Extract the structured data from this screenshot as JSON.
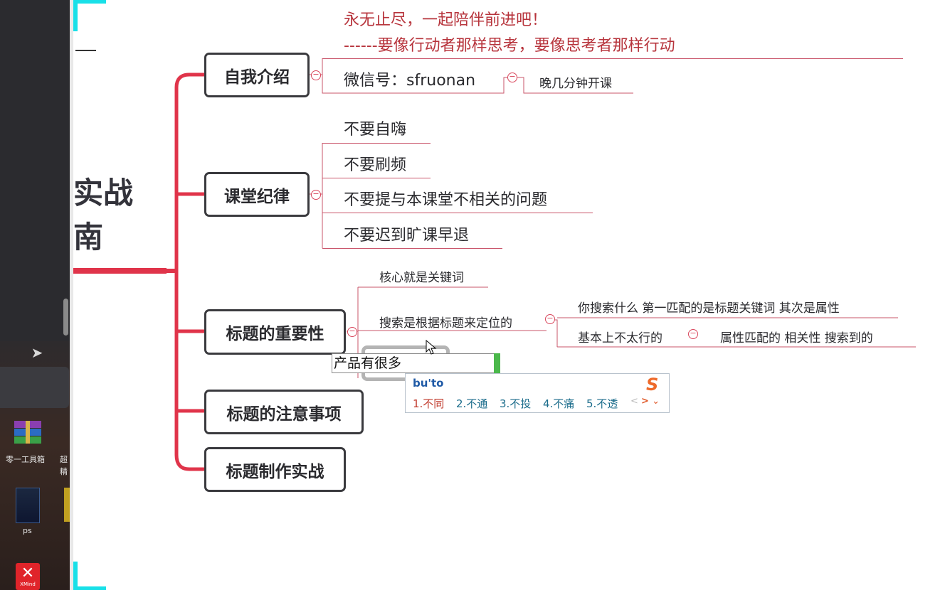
{
  "desktop": {
    "icons": [
      {
        "label": "零一工具箱",
        "name": "winrar"
      },
      {
        "label": "超",
        "name": "truncated-app"
      },
      {
        "label": "精",
        "name": "truncated-app-2"
      },
      {
        "label": "ps",
        "name": "ps"
      },
      {
        "label": "XMind",
        "name": "xmind"
      }
    ],
    "send_icon": "send-icon"
  },
  "central": {
    "line1": "实战",
    "line2": "南"
  },
  "top_quote": {
    "line1": "永无止尽，一起陪伴前进吧！",
    "line2": "------要像行动者那样思考，要像思考者那样行动"
  },
  "topics": [
    {
      "label": "自我介绍",
      "subtopics": [
        {
          "label": "微信号：sfruonan",
          "child": "晚几分钟开课"
        }
      ]
    },
    {
      "label": "课堂纪律",
      "subtopics": [
        {
          "label": "不要自嗨"
        },
        {
          "label": "不要刷频"
        },
        {
          "label": "不要提与本课堂不相关的问题"
        },
        {
          "label": "不要迟到旷课早退"
        }
      ]
    },
    {
      "label": "标题的重要性",
      "subtopics": [
        {
          "label": "核心就是关键词"
        },
        {
          "label": "搜索是根据标题来定位的",
          "children": [
            {
              "label": "你搜索什么  第一匹配的是标题关键词  其次是属性"
            },
            {
              "label": "基本上不太行的",
              "child": "属性匹配的  相关性  搜索到的"
            }
          ]
        }
      ]
    },
    {
      "label": "标题的注意事项"
    },
    {
      "label": "标题制作实战"
    }
  ],
  "editing": {
    "value": "产品有很多"
  },
  "ime": {
    "input": "bu'to",
    "candidates": [
      "1.不同",
      "2.不通",
      "3.不投",
      "4.不痛",
      "5.不透"
    ],
    "logo": "S"
  },
  "colors": {
    "branch": "#e0344a",
    "subline": "#c9546a",
    "quote": "#b7343c",
    "accent_cyan": "#18e0e8"
  }
}
